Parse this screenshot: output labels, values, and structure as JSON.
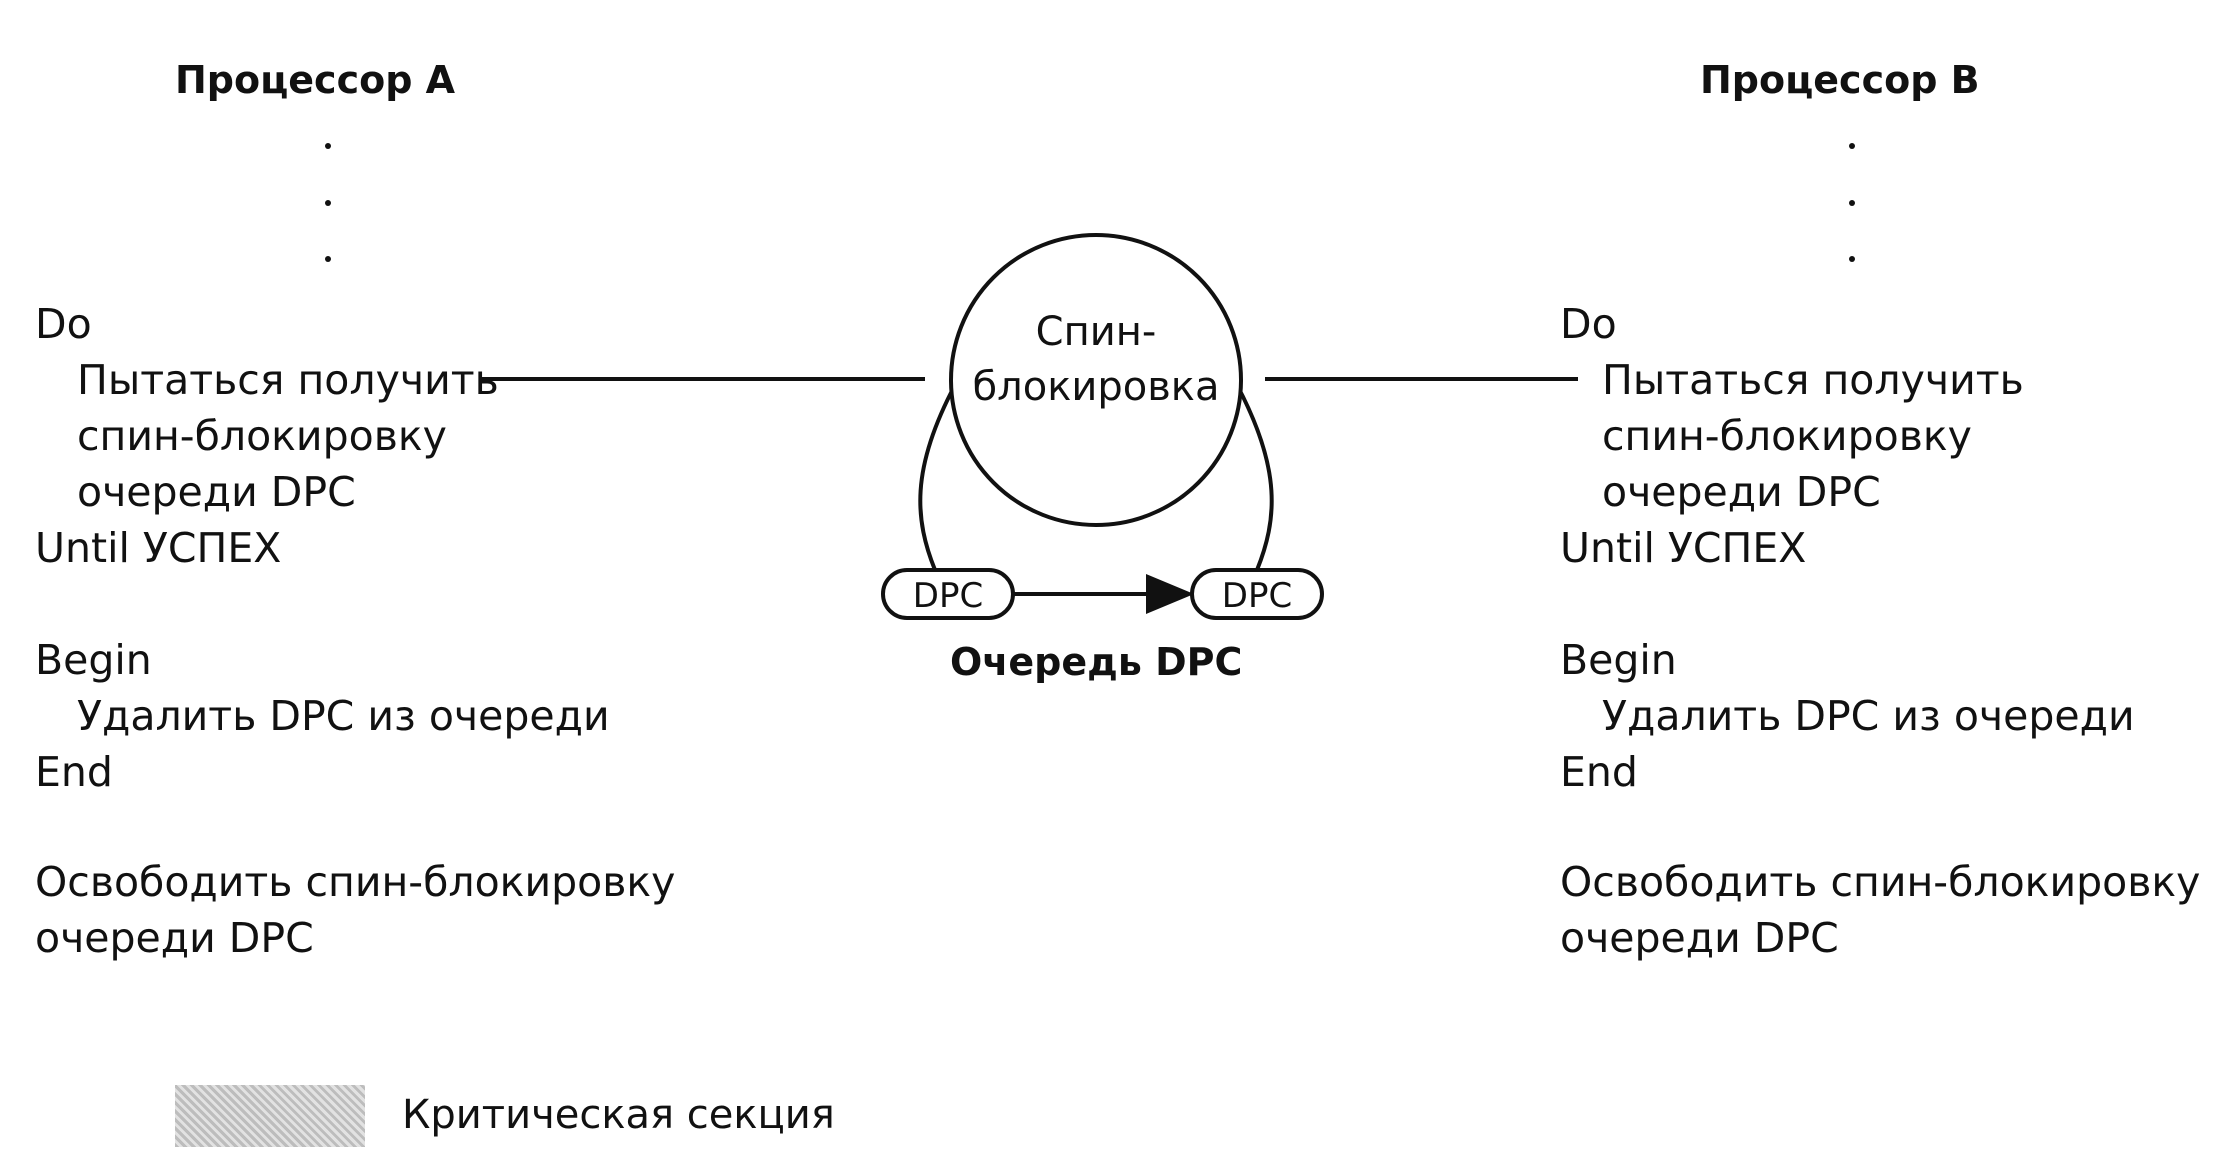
{
  "processor_a": {
    "title": "Процессор A",
    "lines": [
      "Do",
      "Пытаться получить",
      "спин-блокировку",
      "очереди DPC",
      "Until УСПЕХ"
    ],
    "begin": "Begin",
    "remove": "Удалить DPC из очереди",
    "end": "End",
    "release_1": "Освободить спин-блокировку",
    "release_2": "очереди DPC"
  },
  "processor_b": {
    "title": "Процессор B",
    "lines": [
      "Do",
      "Пытаться получить",
      "спин-блокировку",
      "очереди DPC",
      "Until УСПЕХ"
    ],
    "begin": "Begin",
    "remove": "Удалить DPC из очереди",
    "end": "End",
    "release_1": "Освободить спин-блокировку",
    "release_2": "очереди DPC"
  },
  "spinlock": {
    "line1": "Спин-",
    "line2": "блокировка"
  },
  "queue": {
    "dpc_1": "DPC",
    "dpc_2": "DPC",
    "label": "Очередь DPC"
  },
  "legend": {
    "label": "Критическая секция",
    "color": "#cfcfcf"
  }
}
